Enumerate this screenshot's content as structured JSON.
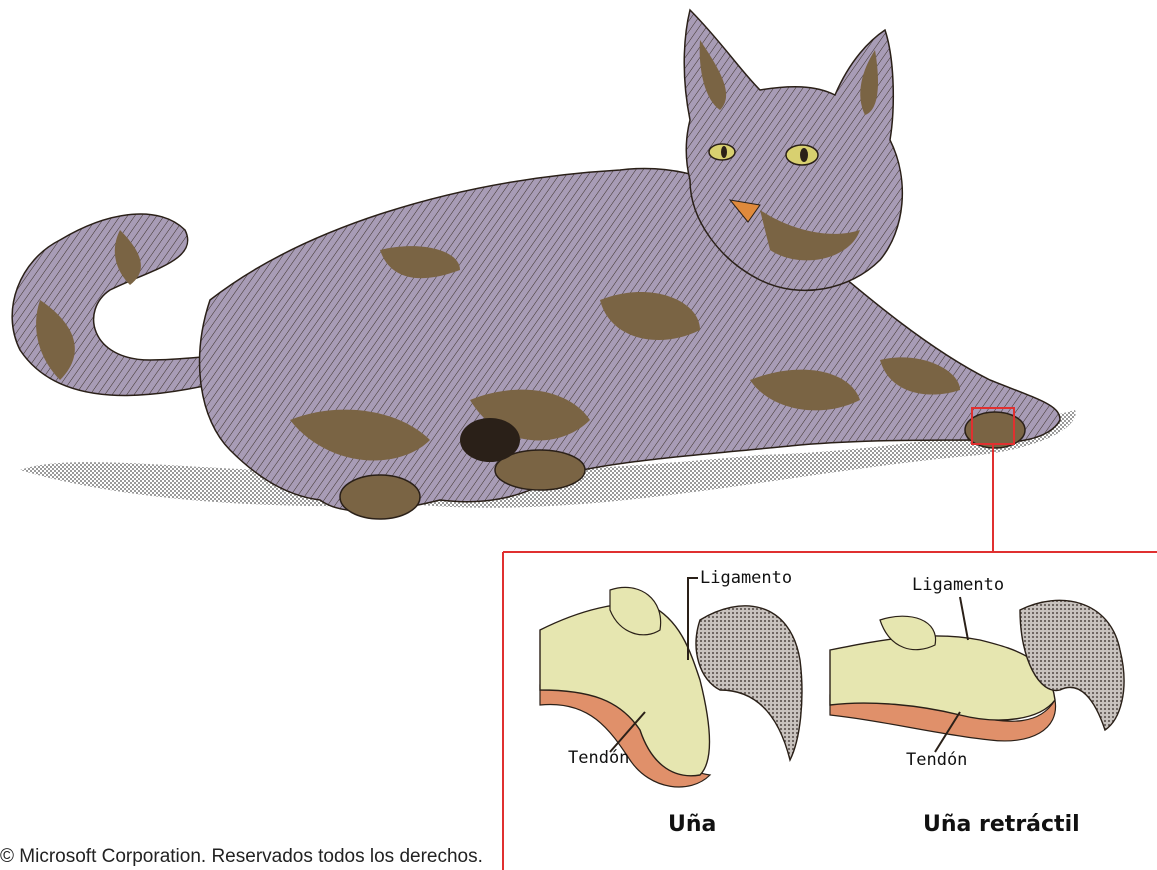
{
  "labels": {
    "ligament_left": "Ligamento",
    "ligament_right": "Ligamento",
    "tendon_left": "Tendón",
    "tendon_right": "Tendón"
  },
  "captions": {
    "left": "Uña",
    "right": "Uña retráctil"
  },
  "copyright": "© Microsoft Corporation. Reservados todos los derechos.",
  "colors": {
    "fur_purple": "#a89cb6",
    "fur_brown": "#7a6444",
    "callout_line": "#e03030",
    "bone": "#e6e6b0",
    "claw": "#a8a09c",
    "tendon": "#e0906a",
    "shadow": "#bdbdbd"
  }
}
